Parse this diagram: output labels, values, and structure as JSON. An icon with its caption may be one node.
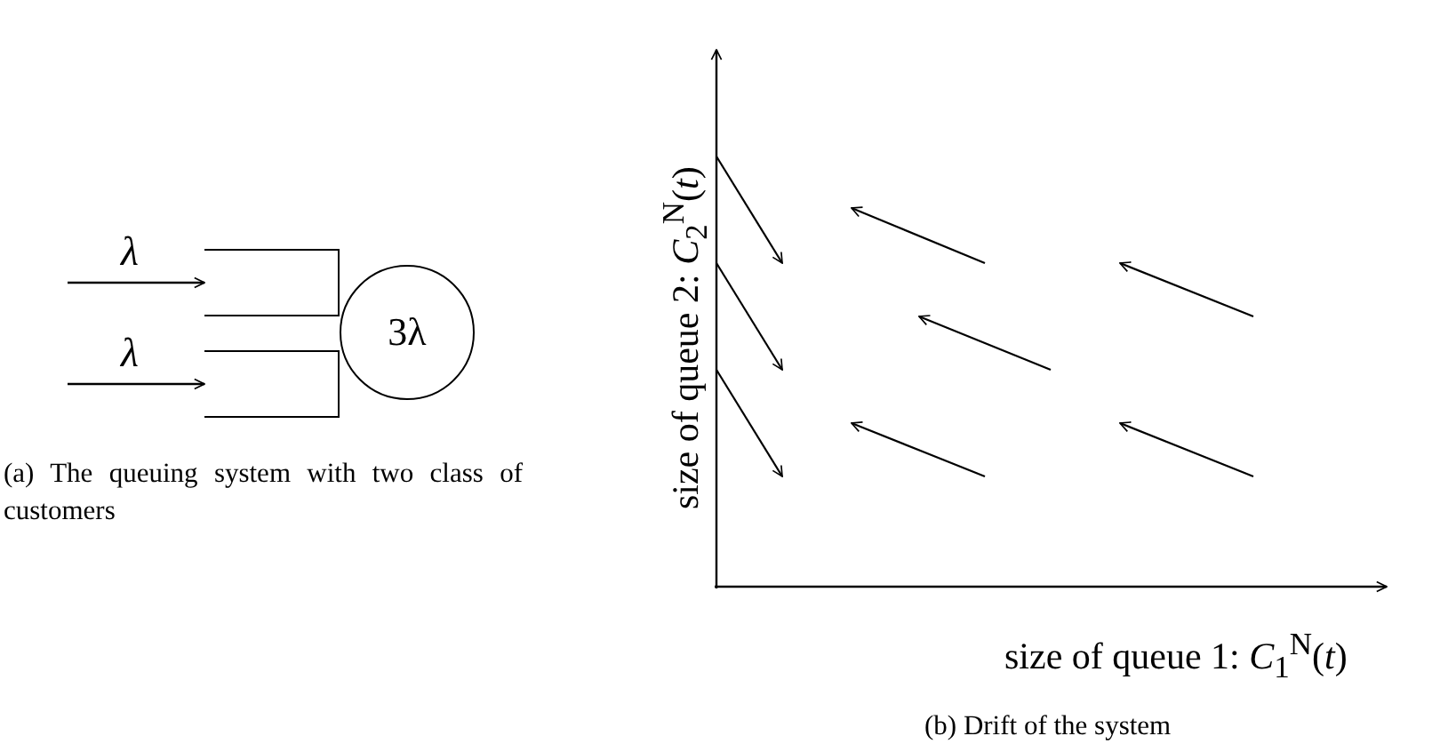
{
  "diagram": {
    "nodes": [
      {
        "text": [],
        "shape": "box"
      },
      {
        "text": [],
        "shape": "box"
      },
      {
        "text": [
          "3λ"
        ]
      }
    ],
    "edges": [
      {
        "from": null,
        "to": 0,
        "arrow": "to",
        "label": "λ"
      },
      {
        "from": null,
        "to": 1,
        "arrow": "to",
        "label": "λ"
      }
    ],
    "labels": [
      "size of queue 2: *C*$_{2}$$^{N}$(*t*)",
      "size of queue 1: *C*$_{1}$$^{N}$(*t*)",
      "(a) The queuing system with two class of customers",
      "(b) Drift of the system"
    ]
  }
}
